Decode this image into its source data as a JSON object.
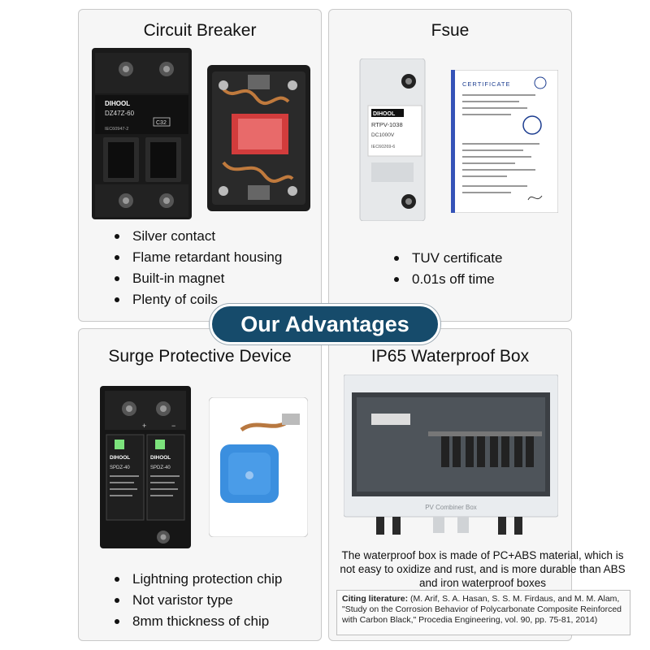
{
  "banner": "Our Advantages",
  "circuit_breaker": {
    "title": "Circuit Breaker",
    "bullets": [
      "Silver contact",
      "Flame retardant housing",
      "Built-in magnet",
      "Plenty of coils"
    ],
    "brand": "DIHOOL",
    "model": "DZ47Z-60",
    "rating": "C32",
    "standard": "IEC60947-2"
  },
  "fuse": {
    "title": "Fsue",
    "bullets": [
      "TUV certificate",
      "0.01s off time"
    ],
    "brand": "DIHOOL",
    "model": "RTPV-1038",
    "voltage": "DC1000V",
    "standard": "IEC60269-6",
    "certificate_heading": "CERTIFICATE"
  },
  "spd": {
    "title": "Surge Protective Device",
    "bullets": [
      "Lightning protection chip",
      "Not varistor type",
      "8mm thickness of chip"
    ],
    "brand": "DIHOOL",
    "model": "SPDZ-40"
  },
  "waterproof_box": {
    "title": "IP65 Waterproof Box",
    "box_label": "PV Combiner Box",
    "description": "The waterproof box is made of PC+ABS material, which is not easy to oxidize and rust, and is more durable than ABS and iron waterproof boxes",
    "citation_label": "Citing literature:",
    "citation_text": "(M. Arif, S. A. Hasan, S. S. M. Firdaus, and M. M. Alam, \"Study on the Corrosion Behavior of Polycarbonate Composite Reinforced with Carbon Black,\" Procedia Engineering, vol. 90, pp. 75-81, 2014)"
  }
}
